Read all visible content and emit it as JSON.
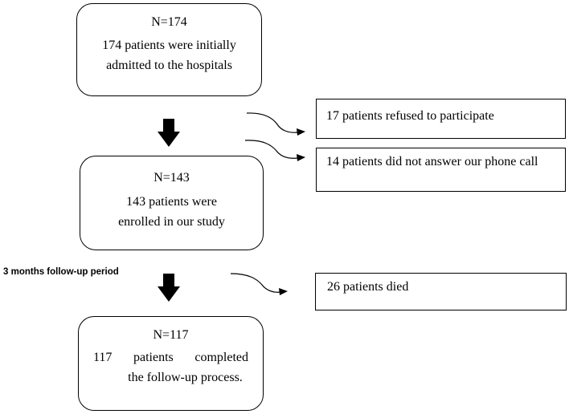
{
  "boxes": {
    "box1": {
      "n": "N=174",
      "line1": "174 patients were initially",
      "line2": "admitted to the hospitals"
    },
    "box2": {
      "n": "N=143",
      "line1": "143 patients were",
      "line2": "enrolled in our study"
    },
    "box3": {
      "n": "N=117",
      "line1_words": [
        "117",
        "patients",
        "completed"
      ],
      "line2": "the follow-up process."
    }
  },
  "exclusions": {
    "refused": "17 patients refused to participate",
    "no_answer": "14 patients did not answer our phone call",
    "died": "26 patients died"
  },
  "side_label": "3 months follow-up period"
}
